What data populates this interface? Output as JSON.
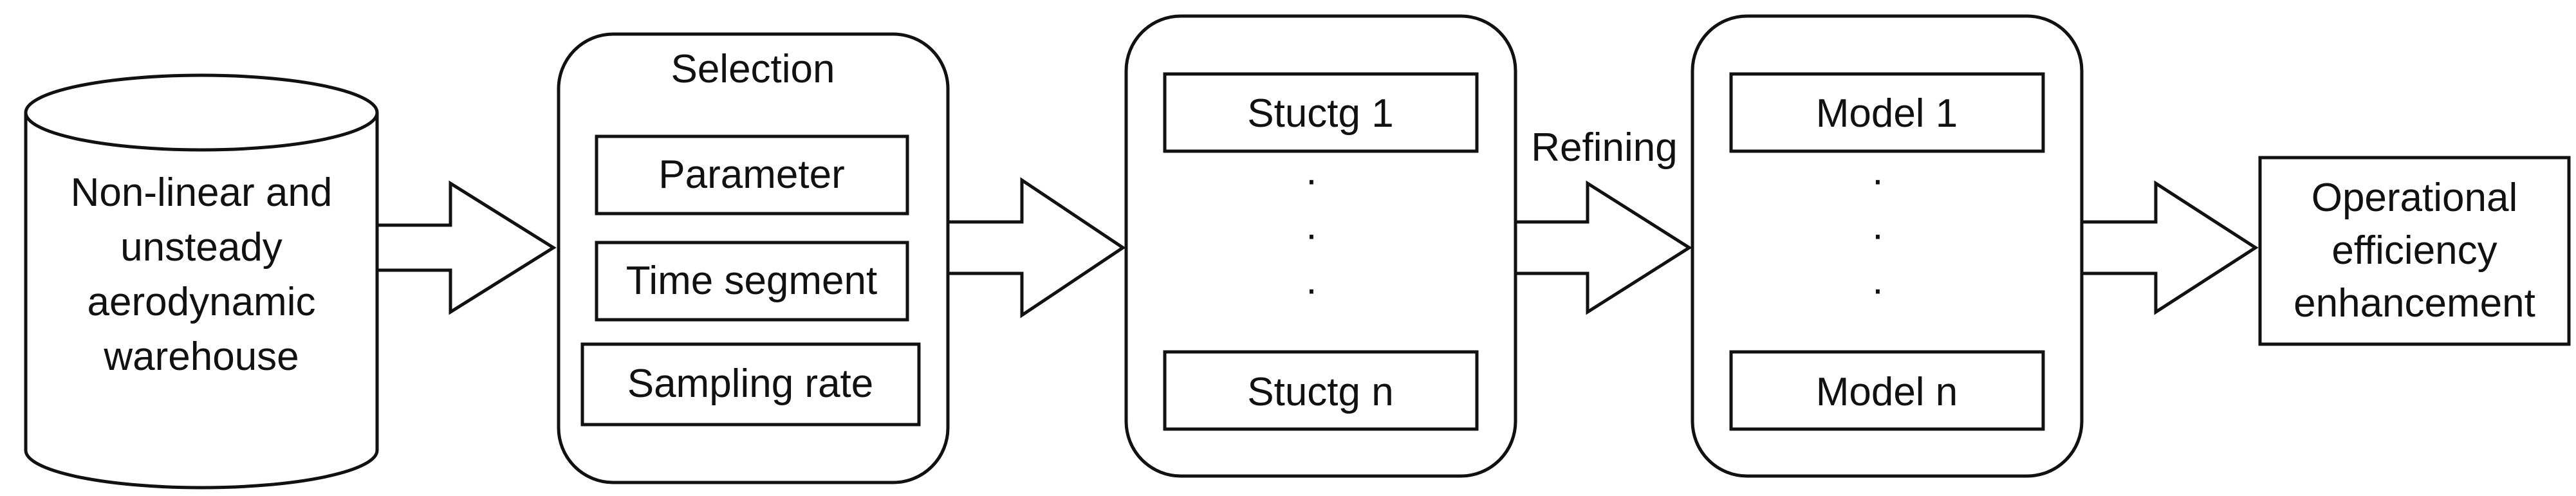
{
  "source_node": {
    "lines": [
      "Non-linear and",
      "unsteady",
      "aerodynamic",
      "warehouse"
    ]
  },
  "selection": {
    "title": "Selection",
    "items": [
      "Parameter",
      "Time segment",
      "Sampling rate"
    ]
  },
  "structures": {
    "first": "Stuctg 1",
    "last": "Stuctg n",
    "ellipsis": [
      "·",
      "·",
      "·"
    ]
  },
  "refining_label": "Refining",
  "models": {
    "first": "Model 1",
    "last": "Model n",
    "ellipsis": [
      "·",
      "·",
      "·"
    ]
  },
  "output_node": {
    "lines": [
      "Operational",
      "efficiency",
      "enhancement"
    ]
  },
  "colors": {
    "stroke": "#111111",
    "fill": "#ffffff"
  }
}
